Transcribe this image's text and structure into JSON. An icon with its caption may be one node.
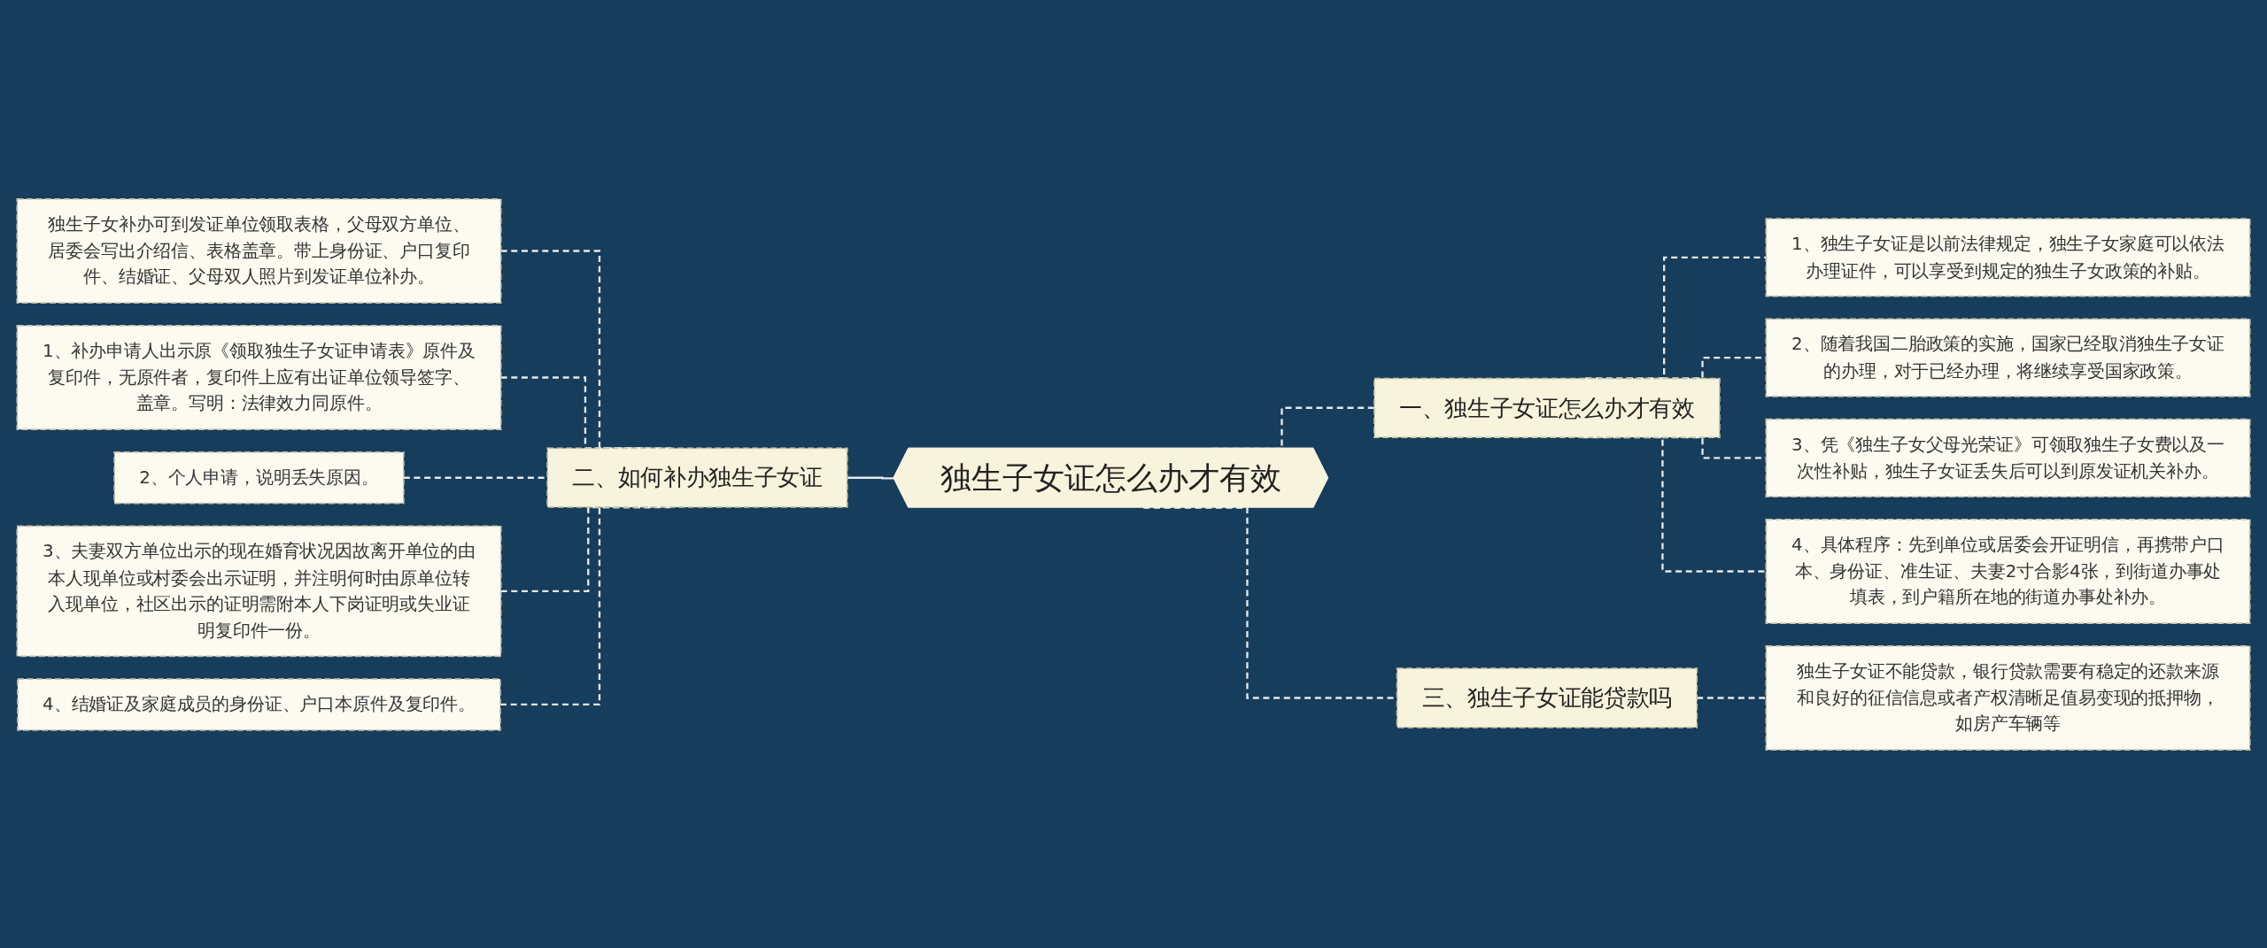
{
  "diagram": {
    "nodes": [
      {
        "text": [
          "独生子女补办可到发证单位领取表格，父母双方单位、居委会写出介绍信、表格盖章。带上身份证、户口复印件、结婚证、父母双人照片到发证单位补办。"
        ]
      },
      {
        "text": [
          "1、补办申请人出示原《领取独生子女证申请表》原件及复印件，无原件者，复印件上应有出证单位领导签字、盖章。写明：法律效力同原件。"
        ]
      },
      {
        "text": [
          "2、个人申请，说明丢失原因。"
        ]
      },
      {
        "text": [
          "3、夫妻双方单位出示的现在婚育状况因故离开单位的由本人现单位或村委会出示证明，并注明何时由原单位转入现单位，社区出示的证明需附本人下岗证明或失业证明复印件一份。"
        ]
      },
      {
        "text": [
          "4、结婚证及家庭成员的身份证、户口本原件及复印件。"
        ]
      },
      {
        "text": [
          "二、如何补办独生子女证"
        ]
      },
      {
        "text": [
          "独生子女证怎么办才有效"
        ]
      },
      {
        "text": [
          "一、独生子女证怎么办才有效"
        ]
      },
      {
        "text": [
          "1、独生子女证是以前法律规定，独生子女家庭可以依法办理证件，可以享受到规定的独生子女政策的补贴。"
        ]
      },
      {
        "text": [
          "2、随着我国二胎政策的实施，国家已经取消独生子女证的办理，对于已经办理，将继续享受国家政策。"
        ]
      },
      {
        "text": [
          "3、凭《独生子女父母光荣证》可领取独生子女费以及一次性补贴，独生子女证丢失后可以到原发证机关补办。"
        ]
      },
      {
        "text": [
          "4、具体程序：先到单位或居委会开证明信，再携带户口本、身份证、准生证、夫妻2寸合影4张，到街道办事处填表，到户籍所在地的街道办事处补办。"
        ]
      },
      {
        "text": [
          "三、独生子女证能贷款吗"
        ]
      },
      {
        "text": [
          "独生子女证不能贷款，银行贷款需要有稳定的还款来源和良好的征信信息或者产权清晰足值易变现的抵押物，如房产车辆等"
        ]
      }
    ],
    "edges": [
      {
        "from": 0,
        "to": 5,
        "arrow": "none",
        "style": "dashed"
      },
      {
        "from": 1,
        "to": 5,
        "arrow": "none",
        "style": "dashed"
      },
      {
        "from": 2,
        "to": 5,
        "arrow": "none",
        "style": "dashed"
      },
      {
        "from": 3,
        "to": 5,
        "arrow": "none",
        "style": "dashed"
      },
      {
        "from": 4,
        "to": 5,
        "arrow": "none",
        "style": "dashed"
      },
      {
        "from": 5,
        "to": 6,
        "arrow": "none"
      },
      {
        "from": 6,
        "to": 7,
        "arrow": "none",
        "style": "dashed"
      },
      {
        "from": 7,
        "to": 8,
        "arrow": "none",
        "style": "dashed"
      },
      {
        "from": 7,
        "to": 9,
        "arrow": "none",
        "style": "dashed"
      },
      {
        "from": 7,
        "to": 10,
        "arrow": "none",
        "style": "dashed"
      },
      {
        "from": 7,
        "to": 11,
        "arrow": "none",
        "style": "dashed"
      },
      {
        "from": 6,
        "to": 12,
        "arrow": "none",
        "style": "dashed"
      },
      {
        "from": 12,
        "to": 13,
        "arrow": "none",
        "style": "dashed"
      }
    ]
  }
}
